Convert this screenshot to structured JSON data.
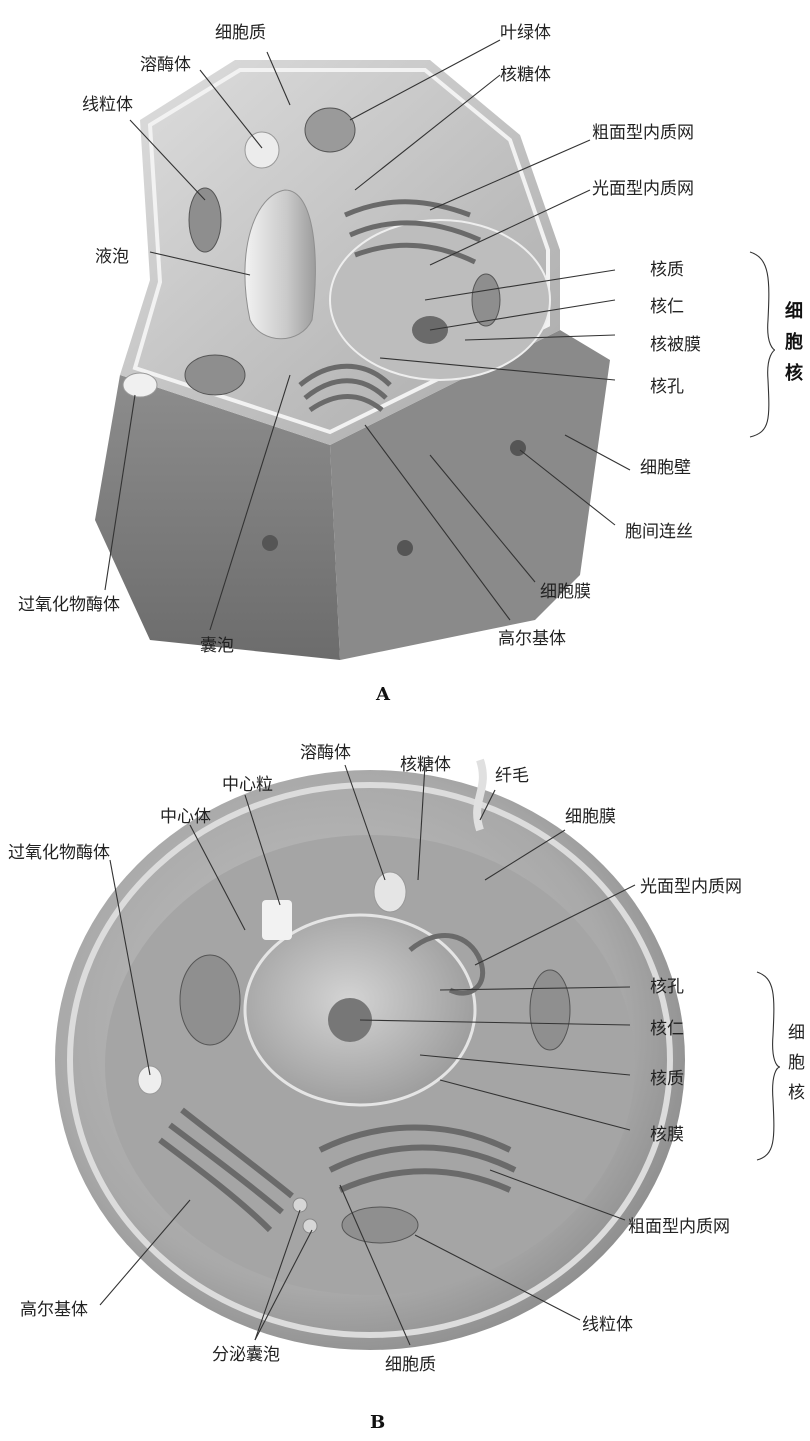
{
  "panel_a": {
    "letter": "A",
    "labels": {
      "cytoplasm": "细胞质",
      "chloroplast": "叶绿体",
      "lysosome": "溶酶体",
      "ribosome": "核糖体",
      "mitochondrion": "线粒体",
      "rough_er": "粗面型内质网",
      "smooth_er": "光面型内质网",
      "vacuole": "液泡",
      "nucleoplasm": "核质",
      "nucleolus": "核仁",
      "nuclear_envelope": "核被膜",
      "nuclear_pore": "核孔",
      "cell_wall": "细胞壁",
      "plasmodesmata": "胞间连丝",
      "cell_membrane": "细胞膜",
      "peroxisome": "过氧化物酶体",
      "vesicle": "囊泡",
      "golgi": "高尔基体"
    },
    "bracket_chars": [
      "细",
      "胞",
      "核"
    ]
  },
  "panel_b": {
    "letter": "B",
    "labels": {
      "lysosome": "溶酶体",
      "ribosome": "核糖体",
      "centriole": "中心粒",
      "cilium": "纤毛",
      "centrosome": "中心体",
      "cell_membrane": "细胞膜",
      "peroxisome": "过氧化物酶体",
      "smooth_er": "光面型内质网",
      "nuclear_pore": "核孔",
      "nucleolus": "核仁",
      "nucleoplasm": "核质",
      "nuclear_membrane": "核膜",
      "rough_er": "粗面型内质网",
      "golgi": "高尔基体",
      "mitochondrion": "线粒体",
      "secretory_vesicle": "分泌囊泡",
      "cytoplasm": "细胞质"
    },
    "bracket_chars": [
      "细",
      "胞",
      "核"
    ]
  }
}
